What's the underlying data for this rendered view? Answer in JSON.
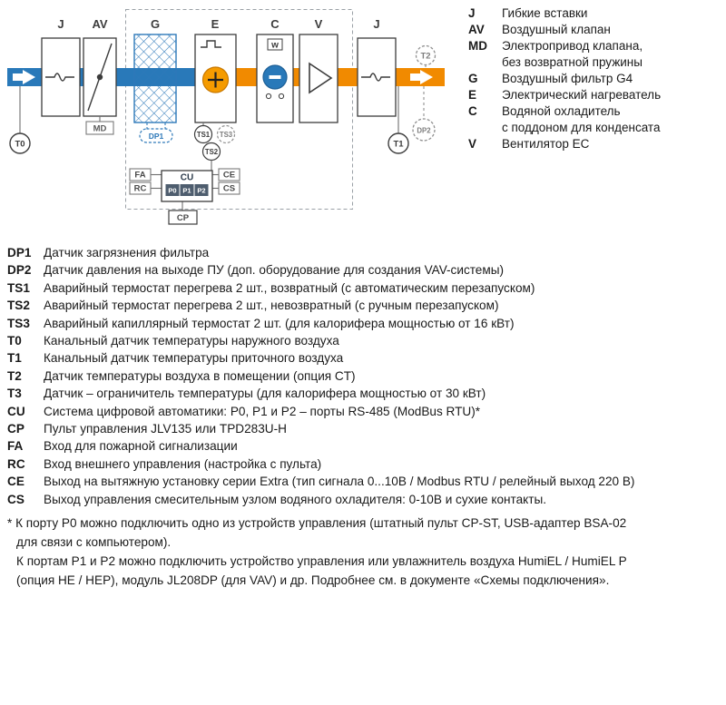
{
  "diagram": {
    "component_labels": {
      "j1": "J",
      "av": "AV",
      "g": "G",
      "e": "E",
      "c": "C",
      "v": "V",
      "j2": "J"
    },
    "sub_labels": {
      "md": "MD",
      "dp1": "DP1",
      "ts1": "TS1",
      "ts2": "TS2",
      "ts3": "TS3",
      "t0": "T0",
      "t1": "T1",
      "t2": "T2",
      "dp2": "DP2",
      "cu": "CU",
      "p0": "P0",
      "p1": "P1",
      "p2": "P2",
      "fa": "FA",
      "rc": "RC",
      "ce": "CE",
      "cs": "CS",
      "cp": "CP",
      "w": "w"
    },
    "colors": {
      "intake_blue": "#2979b9",
      "supply_orange": "#f18a00",
      "filter_blue": "#2e79b9",
      "heater_orange": "#f59b00",
      "cooler_blue": "#2979b9",
      "port_fill": "#4e5d6e"
    }
  },
  "legend": {
    "items": [
      {
        "key": "J",
        "text": "Гибкие вставки"
      },
      {
        "key": "AV",
        "text": "Воздушный клапан"
      },
      {
        "key": "MD",
        "text": "Электропривод клапана,\nбез возвратной пружины"
      },
      {
        "key": "G",
        "text": "Воздушный фильтр G4"
      },
      {
        "key": "E",
        "text": "Электрический нагреватель"
      },
      {
        "key": "C",
        "text": "Водяной охладитель\nс поддоном для конденсата"
      },
      {
        "key": "V",
        "text": "Вентилятор ЕС"
      }
    ]
  },
  "abbreviations": {
    "items": [
      {
        "key": "DP1",
        "text": "Датчик загрязнения фильтра"
      },
      {
        "key": "DP2",
        "text": "Датчик давления на выходе ПУ (доп. оборудование для создания VAV-системы)"
      },
      {
        "key": "TS1",
        "text": "Аварийный термостат перегрева 2 шт., возвратный (с автоматическим перезапуском)"
      },
      {
        "key": "TS2",
        "text": "Аварийный термостат перегрева 2 шт., невозвратный (с ручным перезапуском)"
      },
      {
        "key": "TS3",
        "text": "Аварийный капиллярный термостат 2 шт. (для калорифера мощностью от 16 кВт)"
      },
      {
        "key": "T0",
        "text": "Канальный датчик температуры наружного воздуха"
      },
      {
        "key": "T1",
        "text": "Канальный датчик температуры приточного воздуха"
      },
      {
        "key": "T2",
        "text": "Датчик температуры воздуха в помещении (опция CT)"
      },
      {
        "key": "T3",
        "text": "Датчик – ограничитель температуры (для калорифера мощностью от 30 кВт)"
      },
      {
        "key": "CU",
        "text": "Система цифровой автоматики: P0, P1 и P2 – порты RS-485 (ModBus RTU)*"
      },
      {
        "key": "CP",
        "text": "Пульт управления JLV135 или TPD283U-H"
      },
      {
        "key": "FA",
        "text": "Вход для пожарной сигнализации"
      },
      {
        "key": "RC",
        "text": "Вход внешнего управления (настройка с пульта)"
      },
      {
        "key": "CE",
        "text": "Выход на вытяжную установку серии Extra (тип сигнала 0...10В / Modbus RTU / релейный выход 220 В)"
      },
      {
        "key": "CS",
        "text": "Выход управления смесительным узлом водяного охладителя: 0-10В и сухие контакты."
      }
    ]
  },
  "footnote": {
    "lines": [
      "* К порту P0 можно подключить одно из устройств управления (штатный пульт CP-ST, USB-адаптер BSA-02",
      "для связи с компьютером).",
      "К портам P1 и P2 можно подключить устройство управления или увлажнитель воздуха HumiEL / HumiEL P",
      "(опция HE / HEP), модуль JL208DP (для VAV) и др. Подробнее см. в документе «Схемы подключения»."
    ]
  }
}
